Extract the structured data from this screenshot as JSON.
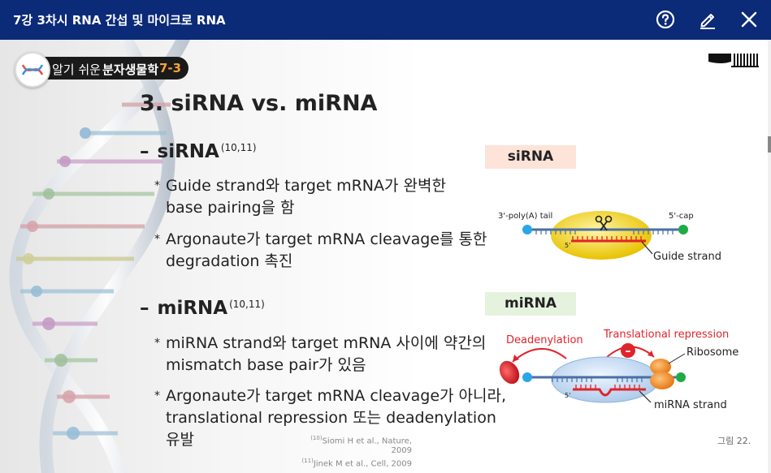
{
  "header": {
    "title": "7강 3차시 RNA 간섭 및 마이크로 RNA",
    "help_icon": "help-circle-icon",
    "edit_icon": "pencil-icon",
    "close_icon": "close-icon",
    "background": "#0b2a78"
  },
  "slide": {
    "logo": {
      "text_a": "알기 쉬운",
      "text_b": "분자생물학",
      "text_c": "7-3",
      "accent": "#f4a13a"
    },
    "title": "3. siRNA vs. miRNA",
    "sections": [
      {
        "dash": "–",
        "name": "siRNA",
        "ref": "(10,11)",
        "bullets": [
          "Guide strand와 target mRNA가 완벽한 base pairing을 함",
          "Argonaute가 target mRNA cleavage를 통한 degradation 촉진"
        ]
      },
      {
        "dash": "–",
        "name": "miRNA",
        "ref": "(10,11)",
        "bullets": [
          "miRNA strand와 target mRNA 사이에 약간의 mismatch base pair가 있음",
          "Argonaute가 target mRNA cleavage가 아니라, translational repression 또는 deadenylation 유발"
        ]
      }
    ],
    "bullet_marker": "*",
    "references": [
      {
        "num": "(10)",
        "text": "Siomi H et al., Nature, 2009"
      },
      {
        "num": "(11)",
        "text": "Jinek M et al., Cell, 2009"
      }
    ],
    "figure_label": "그림 22.",
    "figures": {
      "sirna": {
        "tag": "siRNA",
        "tag_color": "#fde3d8",
        "left_label": "3'-poly(A) tail",
        "right_label": "5'-cap",
        "five_prime": "5'",
        "strand_label": "Guide strand",
        "complex_color": "#f2d21a",
        "strand_color": "#e0242b"
      },
      "mirna": {
        "tag": "miRNA",
        "tag_color": "#e5f3de",
        "deadenylation": "Deadenylation",
        "translational": "Translational repression",
        "ribosome": "Ribosome",
        "minus": "–",
        "five_prime": "5'",
        "strand_label": "miRNA strand",
        "complex_color": "#b9d5f0",
        "accent_red": "#e0242b"
      }
    }
  }
}
